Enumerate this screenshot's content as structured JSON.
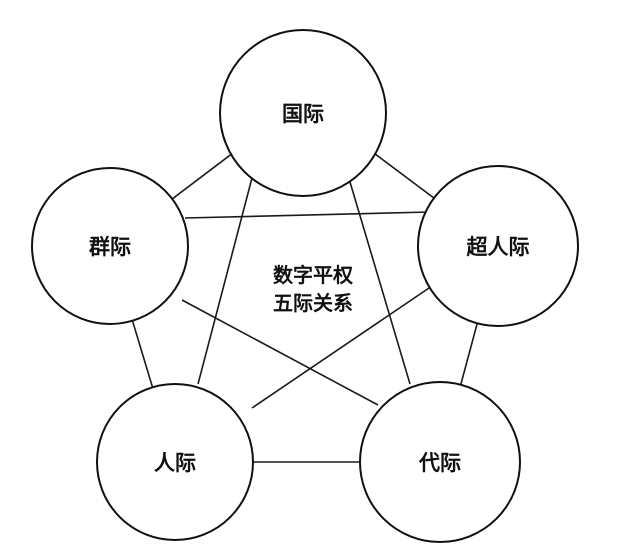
{
  "diagram": {
    "center": {
      "line1": "数字平权",
      "line2": "五际关系"
    },
    "nodes": {
      "top": "国际",
      "left": "群际",
      "right": "超人际",
      "bottom_left": "人际",
      "bottom_right": "代际"
    }
  }
}
